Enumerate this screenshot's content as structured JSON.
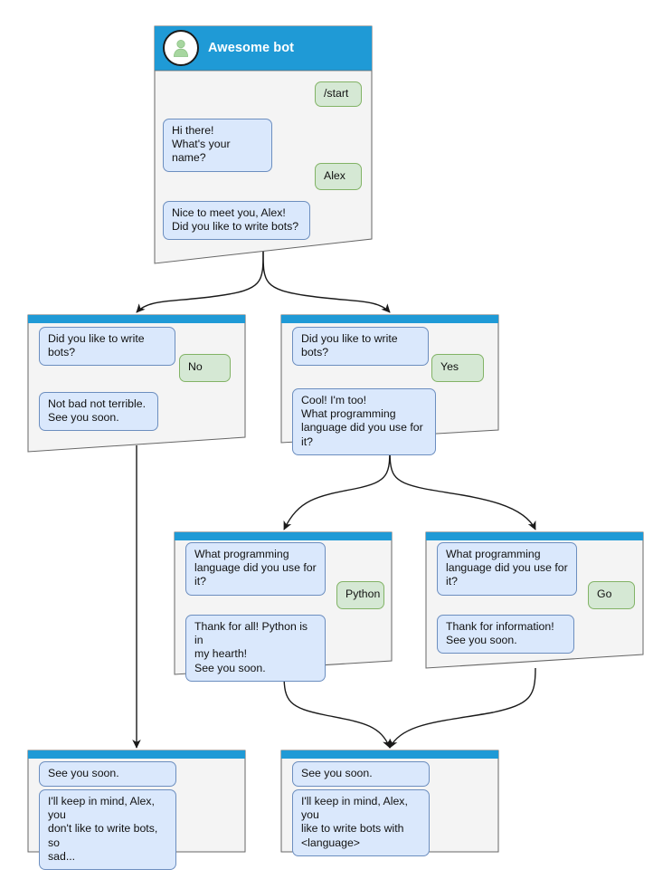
{
  "theme": {
    "header_blue": "#1f9ad6",
    "card_body": "#f4f4f4",
    "card_border": "#666666",
    "bot_bubble_fill": "#dae8fc",
    "bot_bubble_border": "#6c8ebf",
    "user_bubble_fill": "#d5e8d4",
    "user_bubble_border": "#82b366",
    "edge_color": "#1a1a1a",
    "avatar_person": "#a7d6a0",
    "page_background": "#ffffff"
  },
  "diagram": {
    "type": "chatbot-conversation-flow",
    "nodes": [
      {
        "id": "root",
        "name": "start-screen",
        "header": {
          "title": "Awesome bot",
          "avatar_icon": "person-avatar-icon",
          "has_title": true
        },
        "messages": [
          {
            "side": "user",
            "text": "/start"
          },
          {
            "side": "bot",
            "text": "Hi there!\nWhat's your name?"
          },
          {
            "side": "user",
            "text": "Alex"
          },
          {
            "side": "bot",
            "text": "Nice to meet you, Alex!\nDid you like to write bots?"
          }
        ]
      },
      {
        "id": "no-branch",
        "name": "answer-no-screen",
        "header": {
          "title": "",
          "has_title": false
        },
        "messages": [
          {
            "side": "bot",
            "text": "Did you like to write bots?"
          },
          {
            "side": "user",
            "text": "No"
          },
          {
            "side": "bot",
            "text": "Not bad not terrible.\nSee you soon."
          }
        ]
      },
      {
        "id": "yes-branch",
        "name": "answer-yes-screen",
        "header": {
          "title": "",
          "has_title": false
        },
        "messages": [
          {
            "side": "bot",
            "text": "Did you like to write bots?"
          },
          {
            "side": "user",
            "text": "Yes"
          },
          {
            "side": "bot",
            "text": "Cool! I'm too!\nWhat programming\nlanguage did you use for it?"
          }
        ]
      },
      {
        "id": "python-branch",
        "name": "answer-python-screen",
        "header": {
          "title": "",
          "has_title": false
        },
        "messages": [
          {
            "side": "bot",
            "text": "What programming\nlanguage did you use for it?"
          },
          {
            "side": "user",
            "text": "Python"
          },
          {
            "side": "bot",
            "text": "Thank for all! Python is in\nmy hearth!\nSee you soon."
          }
        ]
      },
      {
        "id": "go-branch",
        "name": "answer-go-screen",
        "header": {
          "title": "",
          "has_title": false
        },
        "messages": [
          {
            "side": "bot",
            "text": "What programming\nlanguage did you use for it?"
          },
          {
            "side": "user",
            "text": "Go"
          },
          {
            "side": "bot",
            "text": "Thank for information!\nSee you soon."
          }
        ]
      },
      {
        "id": "end-sad",
        "name": "ending-no-screen",
        "header": {
          "title": "",
          "has_title": false
        },
        "messages": [
          {
            "side": "bot",
            "text": "See you soon."
          },
          {
            "side": "bot",
            "text": "I'll keep in mind, Alex, you\ndon't like to write bots, so\nsad..."
          }
        ]
      },
      {
        "id": "end-happy",
        "name": "ending-yes-screen",
        "header": {
          "title": "",
          "has_title": false
        },
        "messages": [
          {
            "side": "bot",
            "text": "See you soon."
          },
          {
            "side": "bot",
            "text": "I'll keep in mind, Alex, you\nlike to write bots with\n<language>"
          }
        ]
      }
    ],
    "edges": [
      {
        "from": "root",
        "to": "no-branch"
      },
      {
        "from": "root",
        "to": "yes-branch"
      },
      {
        "from": "no-branch",
        "to": "end-sad"
      },
      {
        "from": "yes-branch",
        "to": "python-branch"
      },
      {
        "from": "yes-branch",
        "to": "go-branch"
      },
      {
        "from": "python-branch",
        "to": "end-happy"
      },
      {
        "from": "go-branch",
        "to": "end-happy"
      }
    ]
  }
}
